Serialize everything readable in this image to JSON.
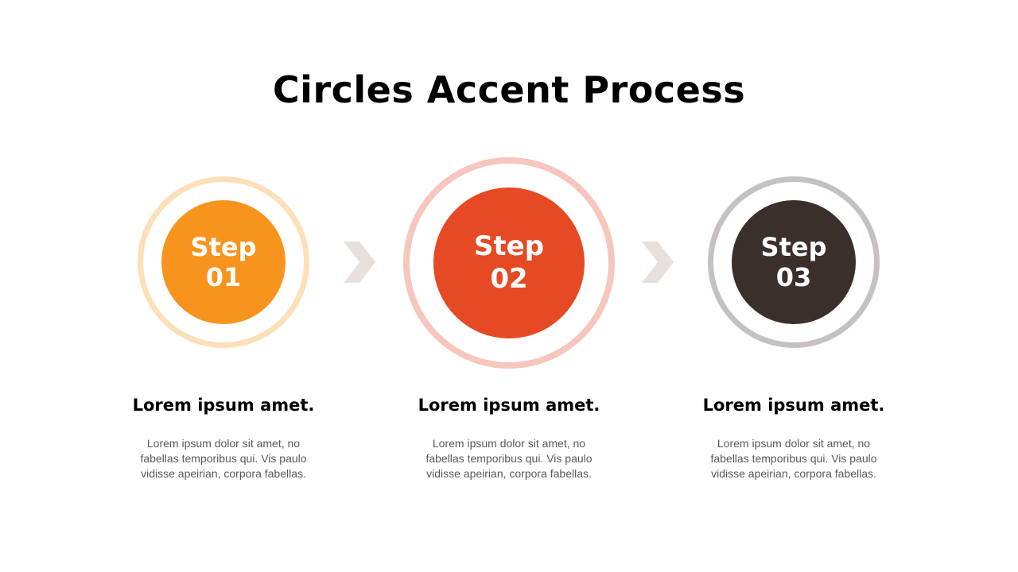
{
  "title": "Circles Accent Process",
  "steps": [
    {
      "word": "Step",
      "number": "01",
      "heading": "Lorem ipsum amet.",
      "desc": [
        "Lorem ipsum dolor sit amet, no",
        "fabellas temporibus qui. Vis paulo",
        "vidisse apeirian, corpora fabellas."
      ],
      "color": "#F7941D",
      "ring_color": "#FDDFB8"
    },
    {
      "word": "Step",
      "number": "02",
      "heading": "Lorem ipsum amet.",
      "desc": [
        "Lorem ipsum dolor sit amet, no",
        "fabellas temporibus qui. Vis paulo",
        "vidisse apeirian, corpora fabellas."
      ],
      "color": "#E64A24",
      "ring_color": "#F7C6BC"
    },
    {
      "word": "Step",
      "number": "03",
      "heading": "Lorem ipsum amet.",
      "desc": [
        "Lorem ipsum dolor sit amet, no",
        "fabellas temporibus qui. Vis paulo",
        "vidisse apeirian, corpora fabellas."
      ],
      "color": "#3A2F2A",
      "ring_color": "#C6C1C1"
    }
  ],
  "arrow_color": "#E8E0DD"
}
